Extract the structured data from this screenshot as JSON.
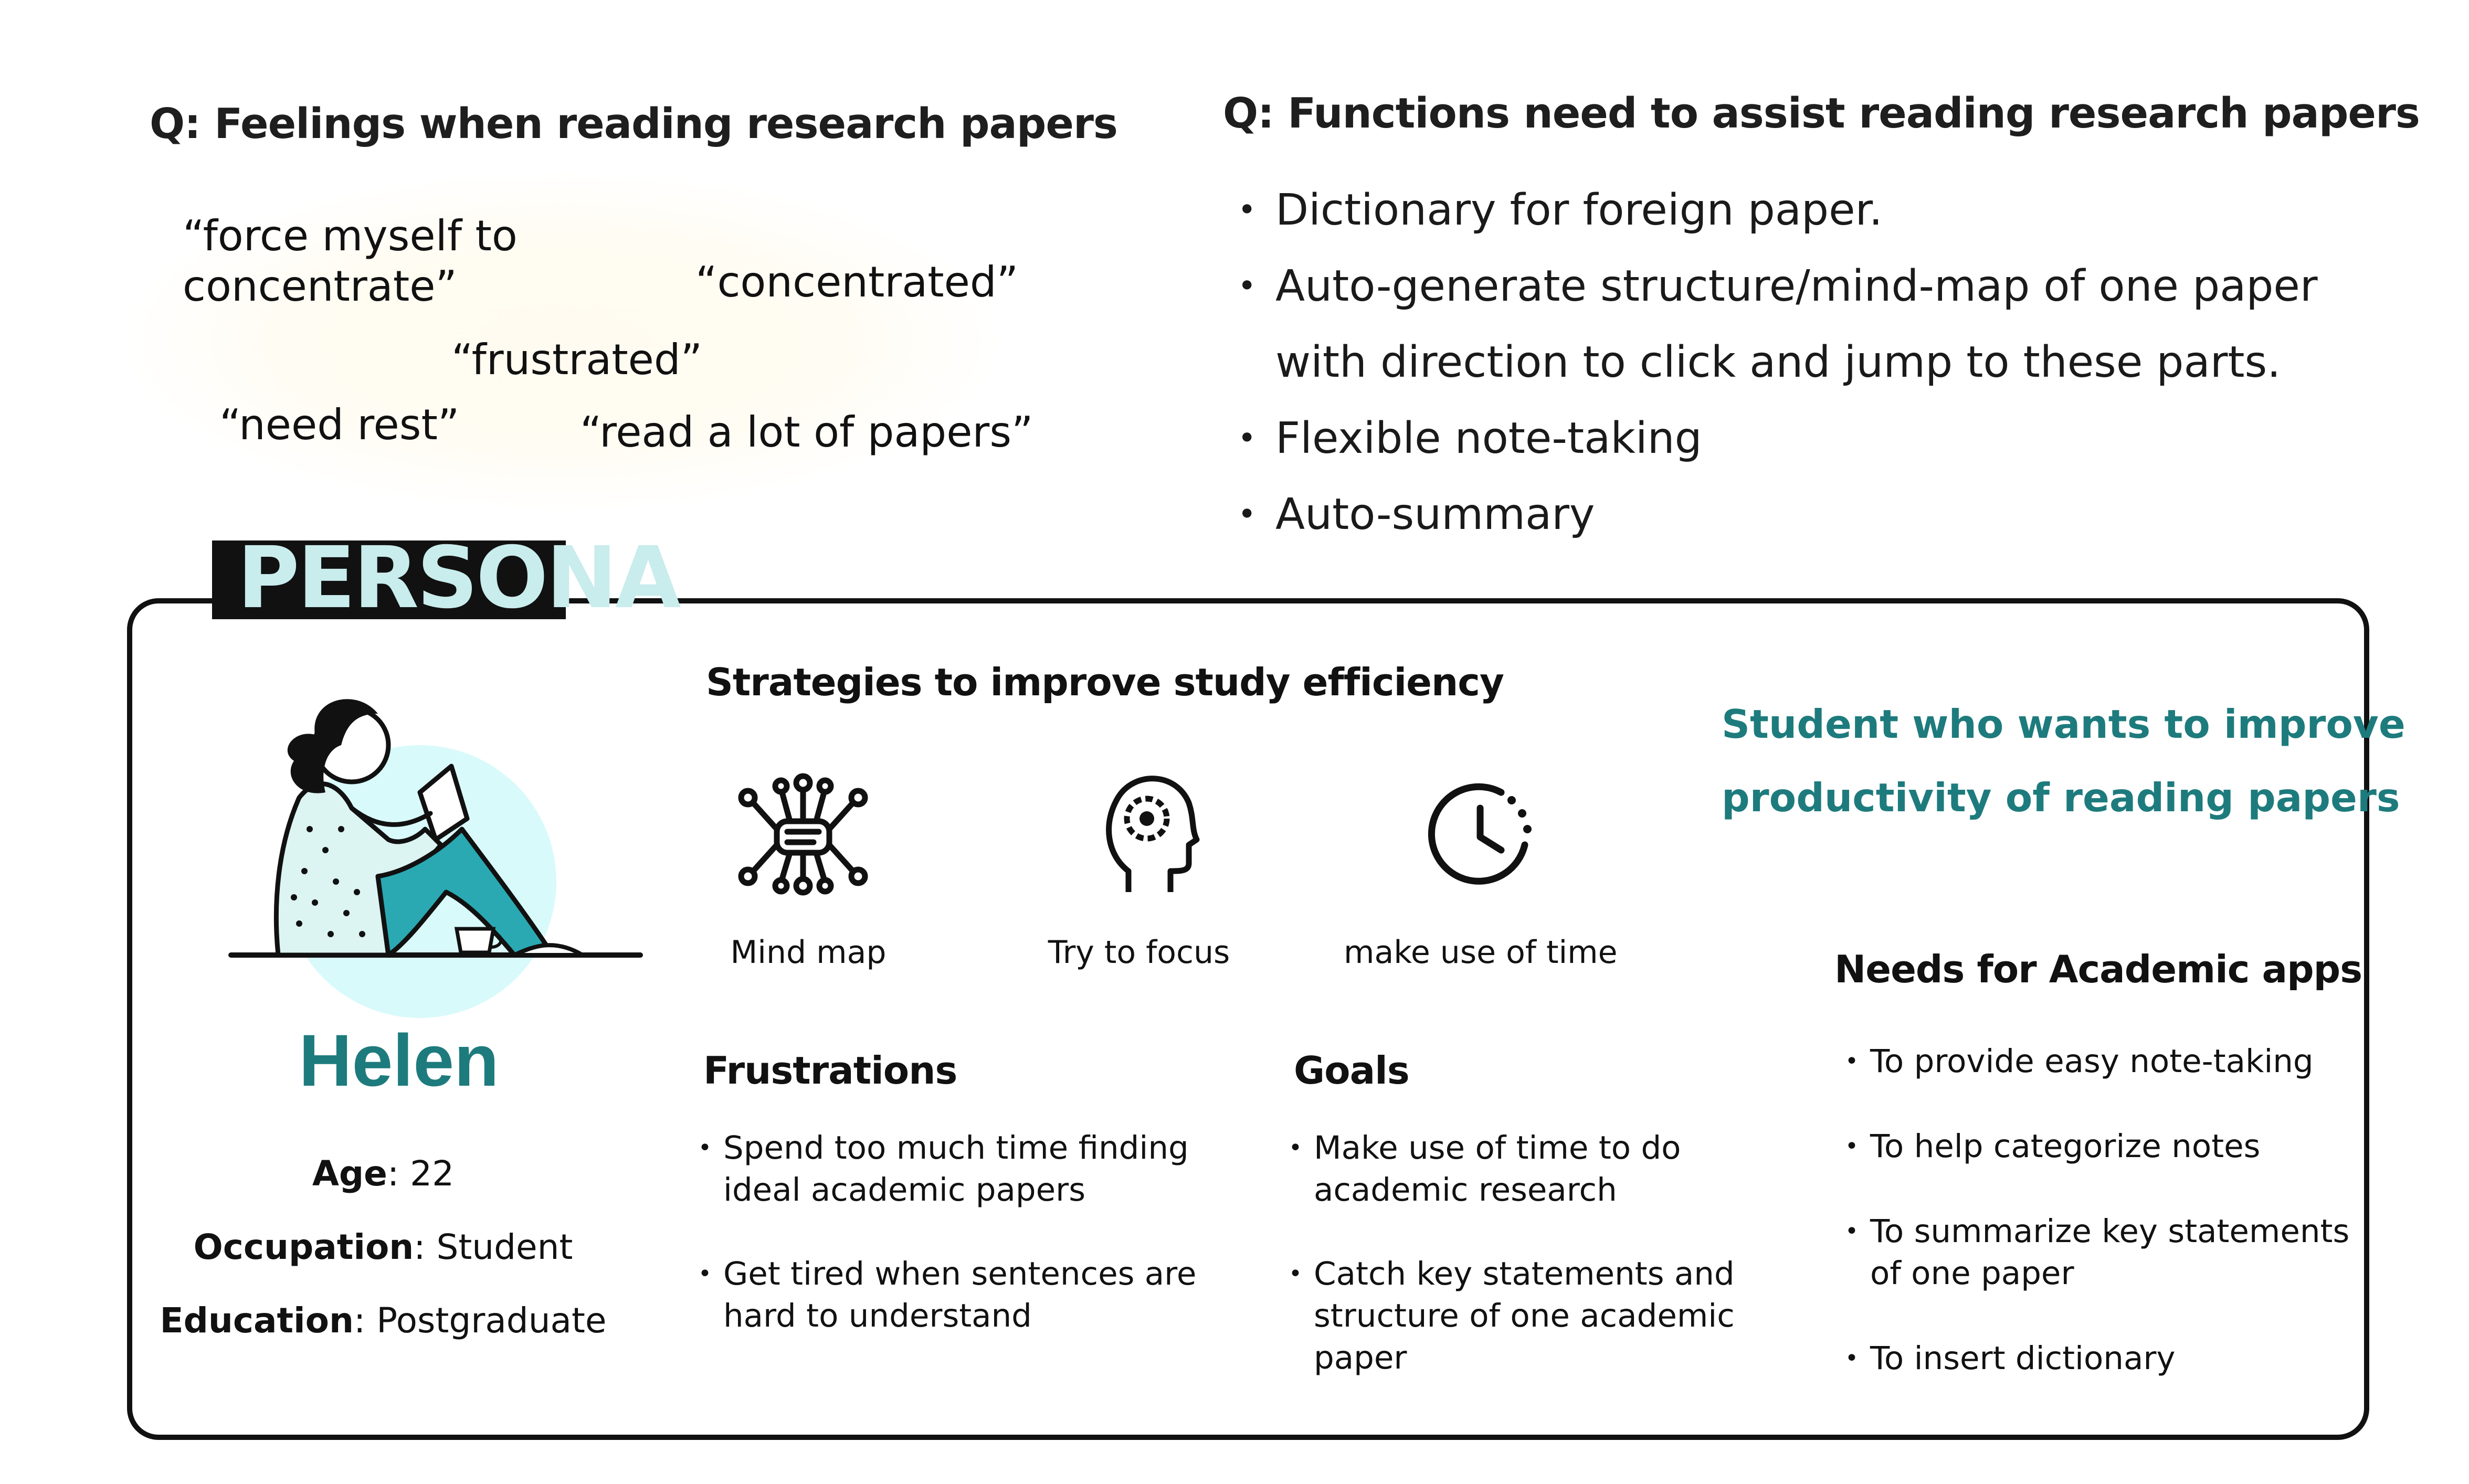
{
  "feelings": {
    "title": "Q: Feelings when reading research papers",
    "quotes": [
      "“force myself to",
      "concentrate”",
      "“concentrated”",
      "“frustrated”",
      "“need rest”",
      "“read a lot of papers”"
    ]
  },
  "functions": {
    "title": "Q: Functions need to assist reading research papers",
    "items": [
      "Dictionary for foreign paper.",
      "Auto-generate structure/mind-map of one paper",
      "with direction to click and jump to these parts.",
      "Flexible note-taking",
      "Auto-summary"
    ]
  },
  "persona": {
    "tag": "PERSONA",
    "name": "Helen",
    "info": [
      {
        "label": "Age",
        "value": ": 22"
      },
      {
        "label": "Occupation",
        "value": ": Student"
      },
      {
        "label": "Education",
        "value": ": Postgraduate"
      }
    ],
    "strategies": {
      "title": "Strategies to improve study efficiency",
      "items": [
        {
          "icon": "mind-map-icon",
          "label": "Mind map"
        },
        {
          "icon": "focus-head-icon",
          "label": "Try to focus"
        },
        {
          "icon": "clock-icon",
          "label": "make use of time"
        }
      ]
    },
    "tagline": [
      "Student who wants to improve",
      "productivity of reading papers"
    ],
    "frustrations": {
      "title": "Frustrations",
      "items": [
        "Spend too much time finding ideal academic papers",
        "Get tired when sentences are hard to understand"
      ]
    },
    "goals": {
      "title": "Goals",
      "items": [
        "Make use of time to do academic research",
        "Catch key statements and structure of one academic paper"
      ]
    },
    "needs": {
      "title": "Needs for Academic apps",
      "items": [
        "To provide easy note-taking",
        "To help categorize notes",
        "To summarize key statements of one paper",
        "To insert dictionary"
      ]
    },
    "colors": {
      "accent": "#1e7b7d",
      "teal_light": "#d9fafa",
      "pants": "#2aa9b3",
      "persona_text": "#c9ecec"
    }
  }
}
